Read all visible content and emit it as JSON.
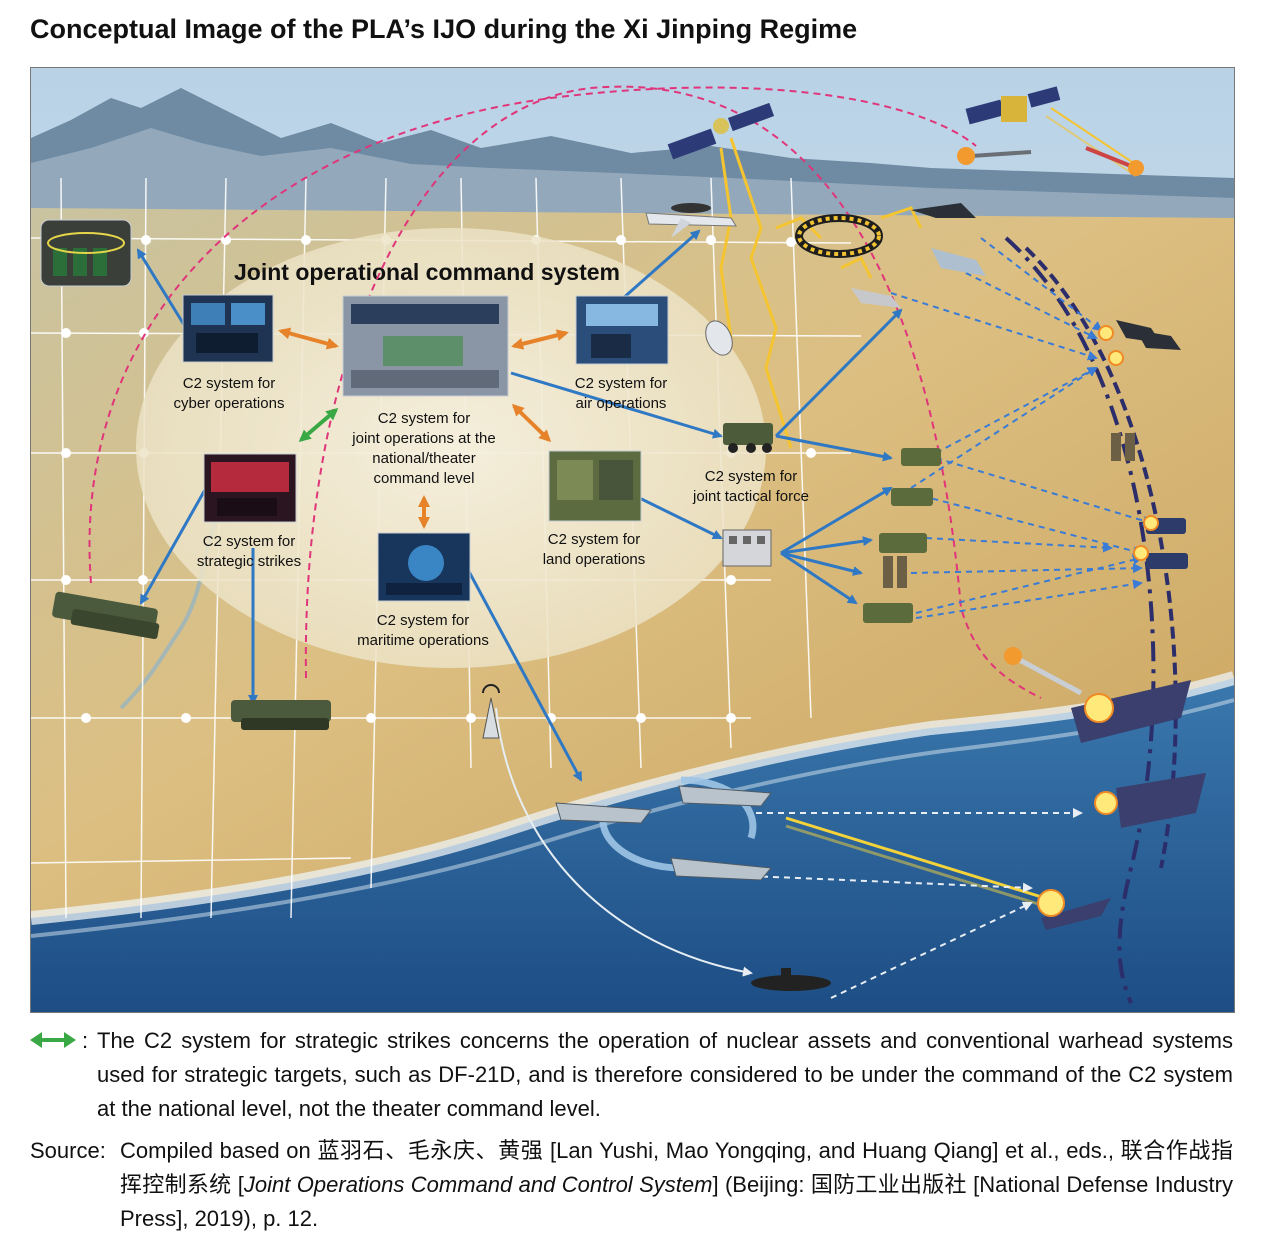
{
  "title": "Conceptual Image of the PLA’s IJO during the Xi Jinping Regime",
  "diagram": {
    "heading": "Joint operational command system",
    "labels": {
      "cyber": [
        "C2 system for",
        "cyber operations"
      ],
      "joint": [
        "C2 system for",
        "joint operations at the",
        "national/theater",
        "command level"
      ],
      "air": [
        "C2 system for",
        "air operations"
      ],
      "strategic": [
        "C2 system for",
        "strategic strikes"
      ],
      "land": [
        "C2 system for",
        "land operations"
      ],
      "maritime": [
        "C2 system for",
        "maritime operations"
      ],
      "tactical": [
        "C2 system for",
        "joint tactical force"
      ]
    },
    "colors": {
      "sky": "#c9dcea",
      "mountains": "#6f8aa3",
      "desert": "#d9b878",
      "sea": "#2c5f93",
      "ellipse": "#f2ecd7",
      "blue_arrow": "#2f78c4",
      "orange_arrow": "#e6832a",
      "green_arrow": "#3aa845",
      "pink_dashed": "#e0357a",
      "dashed_blue": "#3a7bd5"
    }
  },
  "note": {
    "icon": "green-double-arrow-icon",
    "colon": ":",
    "text": "The C2 system for strategic strikes concerns the operation of nuclear assets and conventional warhead systems used for strategic targets, such as DF-21D, and is therefore considered to be under the command of the C2 system at the national level, not the theater command level."
  },
  "source": {
    "head": "Source:",
    "part1": "Compiled based on 蓝羽石、毛永庆、黄强 [Lan Yushi, Mao Yongqing, and Huang Qiang] et al., eds., 联合作战指挥控制系统 [",
    "italic": "Joint Operations Command and Control System",
    "part2": "] (Beijing: 国防工业出版社 [National Defense Industry Press], 2019), p. 12."
  }
}
